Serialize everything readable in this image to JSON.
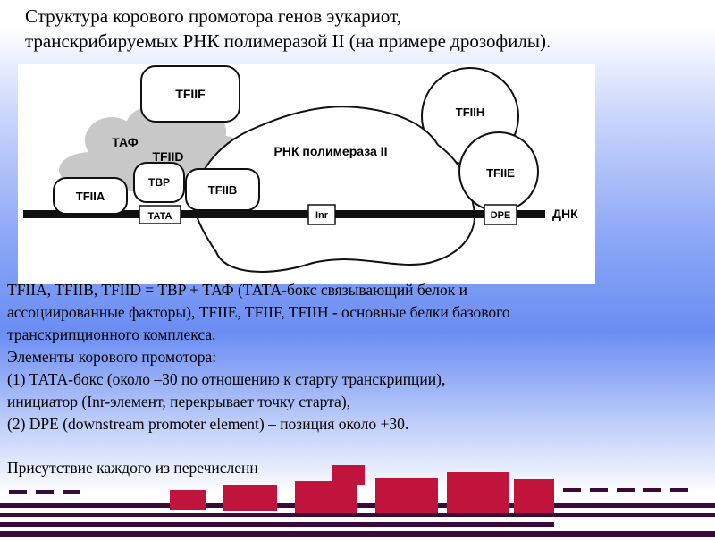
{
  "title": {
    "line1": "Структура корового промотора  генов эукариот,",
    "line2": "транскрибируемых РНК полимеразой II (на примере дрозофилы)."
  },
  "diagram": {
    "labels": {
      "tfiif": "TFIIF",
      "taf": "ТАФ",
      "tfiid": "TFIID",
      "tfiia": "TFIIA",
      "tbp": "TBP",
      "tfiib": "TFIIB",
      "tata": "TATA",
      "polymerase": "РНК полимераза  II",
      "inr": "Inr",
      "tfiih": "TFIIH",
      "tfiie": "TFIIE",
      "dpe": "DPE",
      "dna": "ДНК"
    }
  },
  "body": {
    "lines": [
      "TFIIA, TFIIB, TFIID =  TBP  + ТАФ (ТАТА-бокс связывающий белок и",
      "ассоциированные факторы), TFIIE, TFIIF, TFIIH - основные белки базового",
      "транскрипционного комплекса.",
      "Элементы корового промотора:",
      "(1) ТАТА-бокс (около –30 по отношению к старту транскрипции),",
      "инициатор (Inr-элемент, перекрывает точку старта),",
      "(2) DPE (downstream promoter element) – позиция около +30."
    ],
    "last_line": "Присутствие каждого из перечисленн"
  },
  "colors": {
    "background_top": "#ffffff",
    "background_mid": "#8aa6f6",
    "shape_gray": "#c8c8c8",
    "artifact_red": "#c0143c",
    "artifact_dark": "#3a0a3a"
  }
}
